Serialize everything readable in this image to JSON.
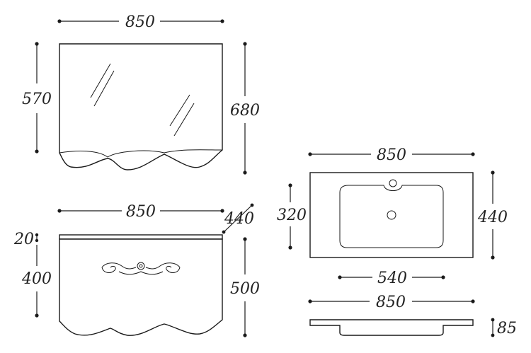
{
  "mirror": {
    "width": "850",
    "height_visible": "570",
    "height_total": "680"
  },
  "cabinet": {
    "width": "850",
    "depth": "440",
    "top_thickness": "20",
    "body_height": "400",
    "total_height": "500"
  },
  "basin_top_view": {
    "width": "850",
    "depth_inner": "320",
    "depth_total": "440",
    "bowl_width": "540"
  },
  "basin_side_view": {
    "width": "850",
    "height": "85"
  },
  "colors": {
    "line": "#1a1a1a",
    "text": "#222222",
    "background": "#ffffff"
  }
}
